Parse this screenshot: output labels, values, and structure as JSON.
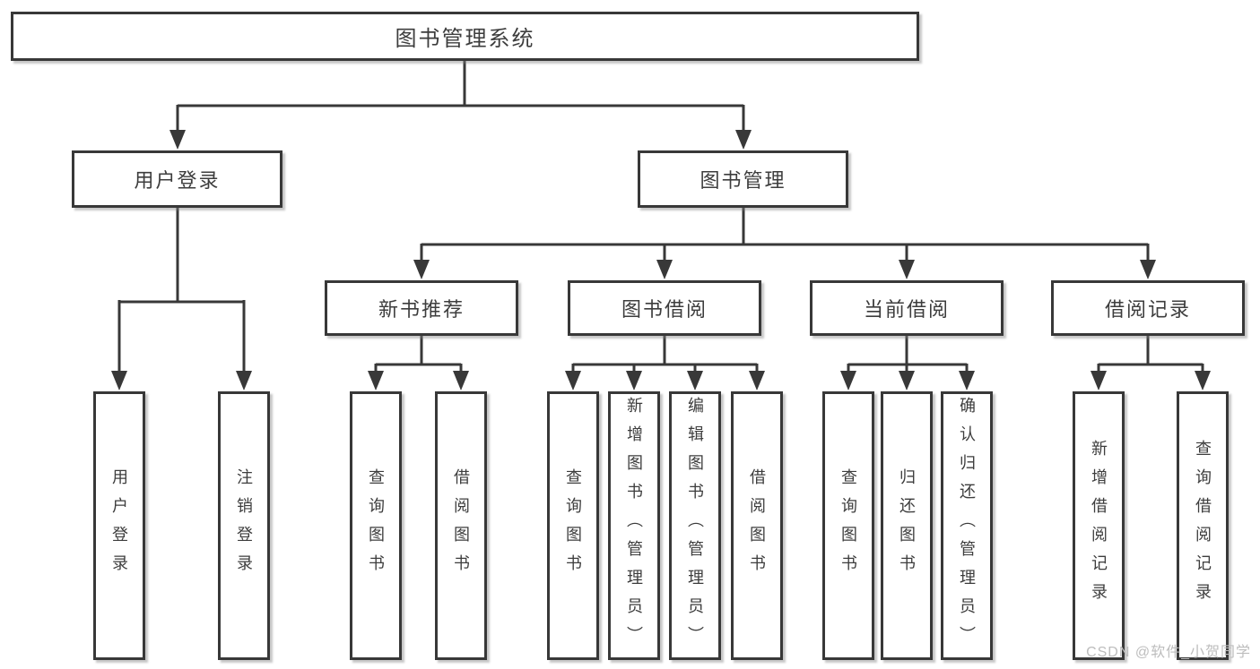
{
  "style": {
    "line_color": "#383838",
    "text_color": "#3d3d3d",
    "box_background": "#ffffff",
    "watermark_color": "#bdbdbd",
    "page_background": "#ffffff"
  },
  "tree": {
    "root": {
      "label": "图书管理系统"
    },
    "branches": [
      {
        "label": "用户登录",
        "children": [
          {
            "label": "用户登录"
          },
          {
            "label": "注销登录"
          }
        ]
      },
      {
        "label": "图书管理",
        "groups": [
          {
            "label": "新书推荐",
            "children": [
              {
                "label": "查询图书"
              },
              {
                "label": "借阅图书"
              }
            ]
          },
          {
            "label": "图书借阅",
            "children": [
              {
                "label": "查询图书"
              },
              {
                "label": "新增图书（管理员）"
              },
              {
                "label": "编辑图书（管理员）"
              },
              {
                "label": "借阅图书"
              }
            ]
          },
          {
            "label": "当前借阅",
            "children": [
              {
                "label": "查询图书"
              },
              {
                "label": "归还图书"
              },
              {
                "label": "确认归还（管理员）"
              }
            ]
          },
          {
            "label": "借阅记录",
            "children": [
              {
                "label": "新增借阅记录"
              },
              {
                "label": "查询借阅记录"
              }
            ]
          }
        ]
      }
    ]
  },
  "watermark": {
    "text": "CSDN @软件_小贺同学"
  }
}
